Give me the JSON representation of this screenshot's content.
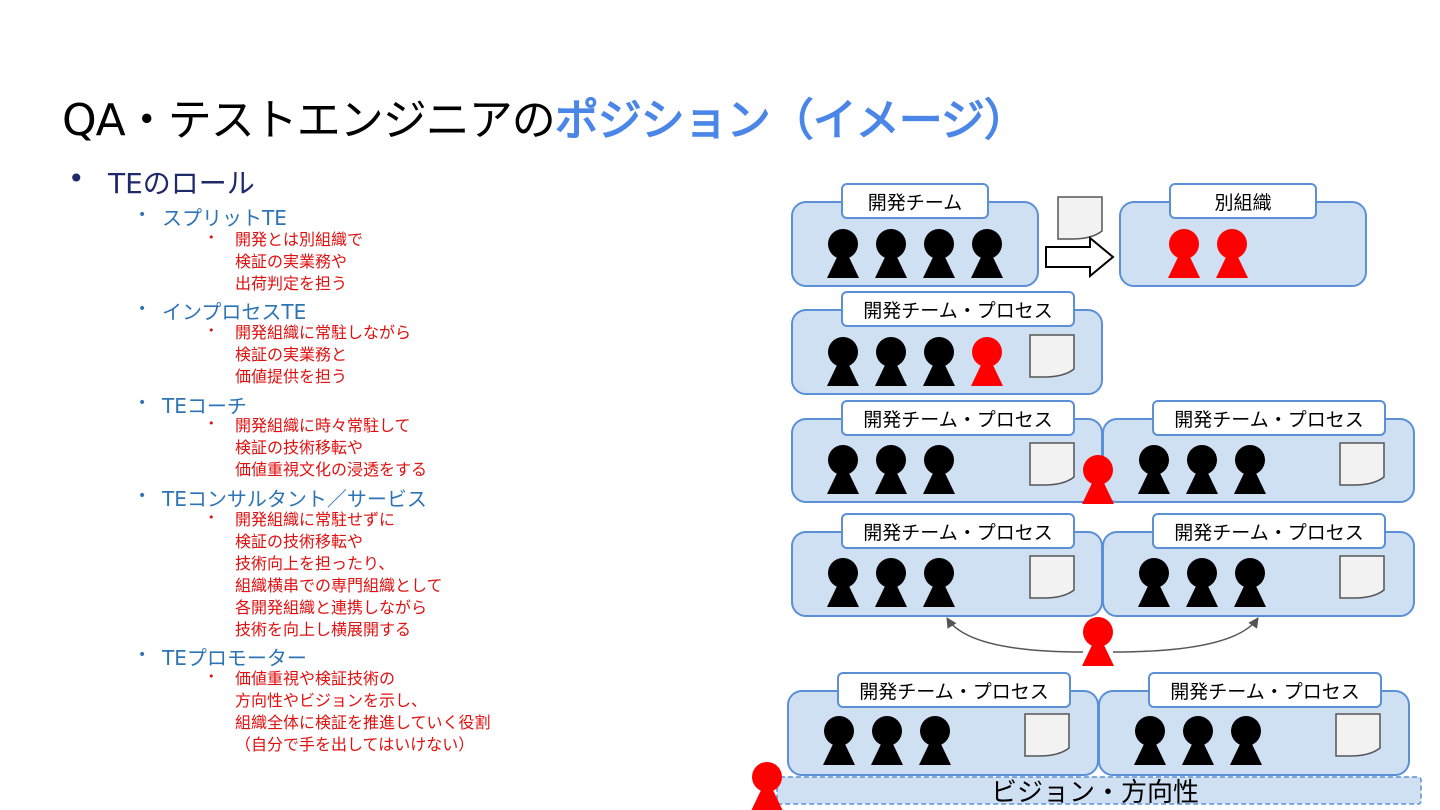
{
  "title": {
    "prefix": "QA・テストエンジニアの",
    "highlight": "ポジション（イメージ）"
  },
  "outline": {
    "bullet": "•",
    "heading": "TEのロール",
    "roles": [
      {
        "name": "スプリットTE",
        "desc": [
          "開発とは別組織で",
          "検証の実業務や",
          "出荷判定を担う"
        ]
      },
      {
        "name": "インプロセスTE",
        "desc": [
          "開発組織に常駐しながら",
          "検証の実業務と",
          "価値提供を担う"
        ]
      },
      {
        "name": "TEコーチ",
        "desc": [
          "開発組織に時々常駐して",
          "検証の技術移転や",
          "価値重視文化の浸透をする"
        ]
      },
      {
        "name": "TEコンサルタント／サービス",
        "desc": [
          "開発組織に常駐せずに",
          "検証の技術移転や",
          "技術向上を担ったり、",
          "組織横串での専門組織として",
          "各開発組織と連携しながら",
          "技術を向上し横展開する"
        ]
      },
      {
        "name": "TEプロモーター",
        "desc": [
          "価値重視や検証技術の",
          "方向性やビジョンを示し、",
          "組織全体に検証を推進していく役割",
          "（自分で手を出してはいけない）"
        ]
      }
    ]
  },
  "diagram": {
    "team_label": "開発チーム",
    "other_org_label": "別組織",
    "process_label": "開発チーム・プロセス",
    "vision_label": "ビジョン・方向性",
    "colors": {
      "developer": "#000000",
      "test_engineer": "#ff0000",
      "box_fill": "#cfe0f3",
      "box_stroke": "#5b8fd6",
      "highlight": "#4a86e8"
    },
    "icons": [
      "person-icon",
      "document-icon",
      "arrow-right-icon",
      "double-arrow-curve-icon"
    ]
  }
}
